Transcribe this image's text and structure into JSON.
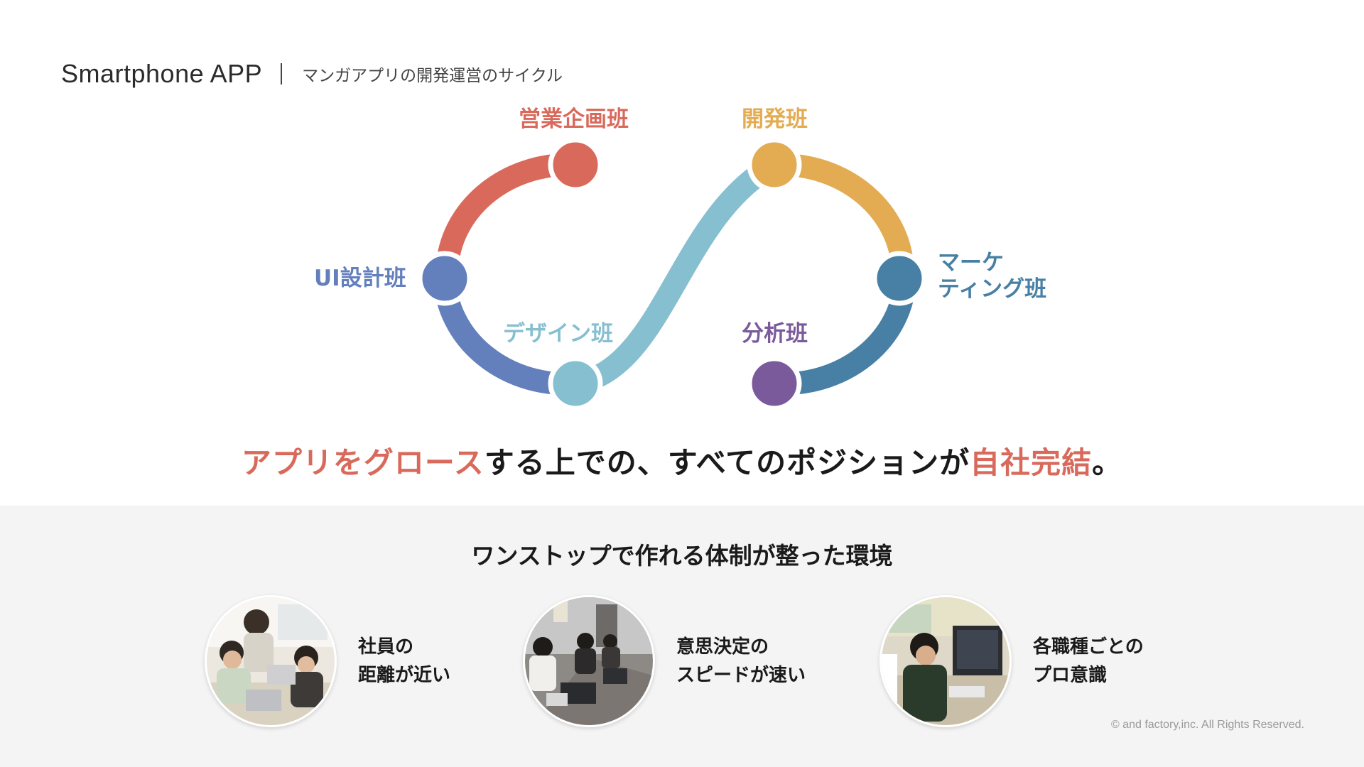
{
  "header": {
    "title": "Smartphone APP",
    "subtitle": "マンガアプリの開発運営のサイクル"
  },
  "teams": {
    "sales": "営業企画班",
    "dev": "開発班",
    "ui": "UI設計班",
    "marketing_line1": "マーケ",
    "marketing_line2": "ティング班",
    "design": "デザイン班",
    "analysis": "分析班"
  },
  "colors": {
    "sales": "#d96a5b",
    "dev": "#e3ab52",
    "ui": "#6380bd",
    "marketing": "#4780a4",
    "design": "#86bfd0",
    "analysis": "#7b5a9b",
    "accent": "#d96a5b"
  },
  "headline": {
    "part1": "アプリをグロース",
    "part2": "する上での、すべてのポジションが",
    "part3": "自社完結",
    "part4": "。"
  },
  "bottom": {
    "title": "ワンストップで作れる体制が整った環境",
    "features": [
      {
        "line1": "社員の",
        "line2": "距離が近い",
        "photo_icon": "team-meeting-photo"
      },
      {
        "line1": "意思決定の",
        "line2": "スピードが速い",
        "photo_icon": "conference-room-photo"
      },
      {
        "line1": "各職種ごとの",
        "line2": "プロ意識",
        "photo_icon": "engineer-desk-photo"
      }
    ]
  },
  "copyright": "© and factory,inc. All Rights Reserved."
}
